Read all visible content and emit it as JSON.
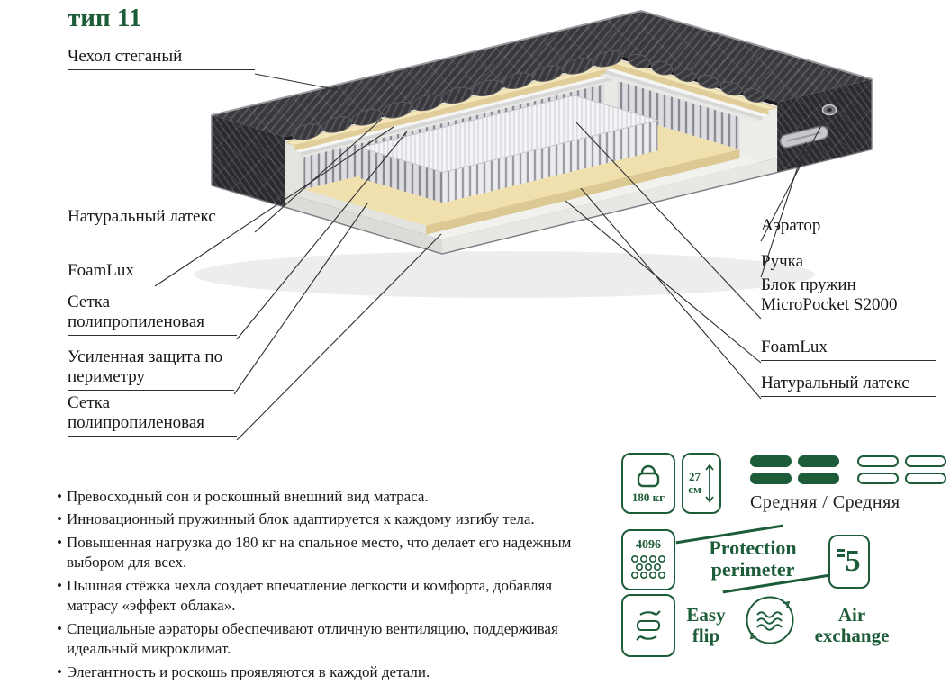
{
  "title": "тип 11",
  "colors": {
    "accent": "#1d5c38",
    "cream": "#f3e6bb",
    "cover": "#353539"
  },
  "diagram": {
    "labels_left": [
      {
        "text": "Чехол стеганый"
      },
      {
        "text": "Натуральный латекс"
      },
      {
        "text": "FoamLux"
      },
      {
        "text": "Сетка полипропиленовая"
      },
      {
        "text": "Усиленная защита по периметру"
      },
      {
        "text": "Сетка полипропиленовая"
      }
    ],
    "labels_right": [
      {
        "text": "Аэратор"
      },
      {
        "text": "Ручка"
      },
      {
        "text": "Блок пружин MicroPocket S2000"
      },
      {
        "text": "FoamLux"
      },
      {
        "text": "Натуральный латекс"
      }
    ]
  },
  "features": [
    "Превосходный сон и роскошный внешний вид матраса.",
    "Инновационный пружинный блок адаптируется к каждому изгибу тела.",
    "Повышенная нагрузка до 180 кг на спальное место, что делает его надежным выбором для всех.",
    "Пышная стёжка чехла создает впечатление легкости и комфорта, добавляя матрасу «эффект облака».",
    "Специальные аэраторы обеспечивают отличную вентиляцию, поддерживая идеальный микроклимат.",
    "Элегантность и роскошь проявляются в каждой детали."
  ],
  "specs": {
    "max_weight": "180 кг",
    "height_num": "27",
    "height_unit": "см",
    "firmness": "Средняя / Средняя",
    "springs_count": "4096",
    "protection_line1": "Protection",
    "protection_line2": "perimeter",
    "warranty": "5",
    "easy_flip_line1": "Easy",
    "easy_flip_line2": "flip",
    "air_line1": "Air",
    "air_line2": "exchange"
  },
  "icons": {
    "weight": "kettlebell-icon",
    "height": "height-arrow-icon",
    "springs": "spring-dots-icon",
    "flip": "flip-arrows-icon",
    "air": "air-waves-icon",
    "warranty": "warranty-5-icon"
  }
}
